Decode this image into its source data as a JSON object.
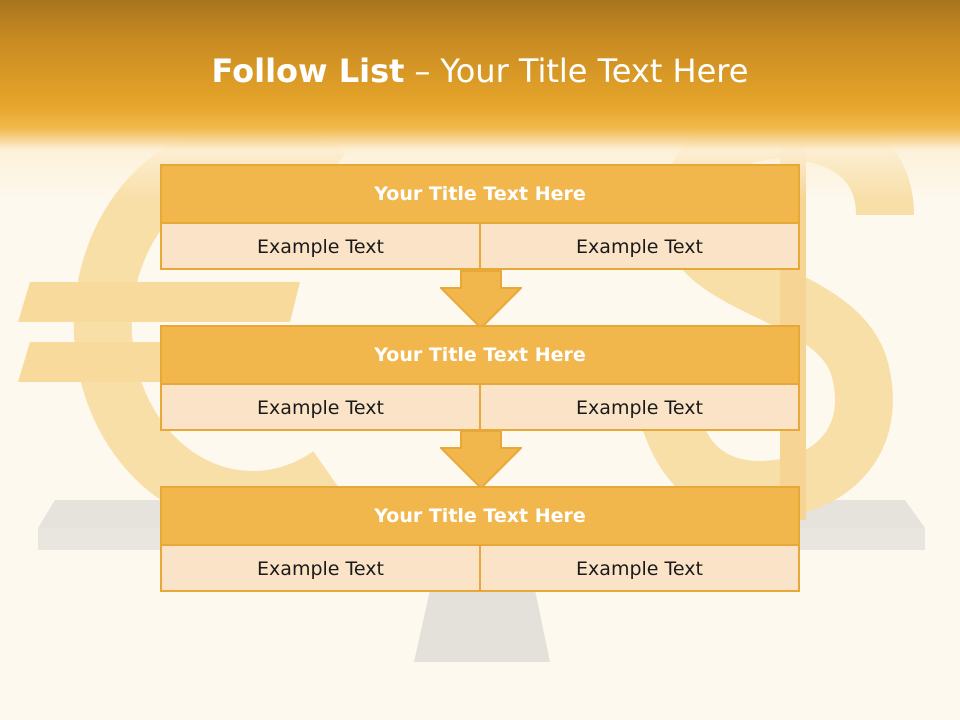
{
  "title": {
    "bold": "Follow List",
    "dash": "–",
    "rest": "Your Title Text Here"
  },
  "blocks": [
    {
      "header": "Your Title Text Here",
      "cells": [
        "Example Text",
        "Example Text"
      ]
    },
    {
      "header": "Your Title Text Here",
      "cells": [
        "Example Text",
        "Example Text"
      ]
    },
    {
      "header": "Your Title Text Here",
      "cells": [
        "Example Text",
        "Example Text"
      ]
    }
  ],
  "colors": {
    "accent": "#f1b74d",
    "border": "#e8a838",
    "cell_fill": "#fae3c7",
    "background": "#fdf9ee"
  },
  "background_art": [
    "euro-sign",
    "dollar-sign",
    "balance-scale"
  ]
}
